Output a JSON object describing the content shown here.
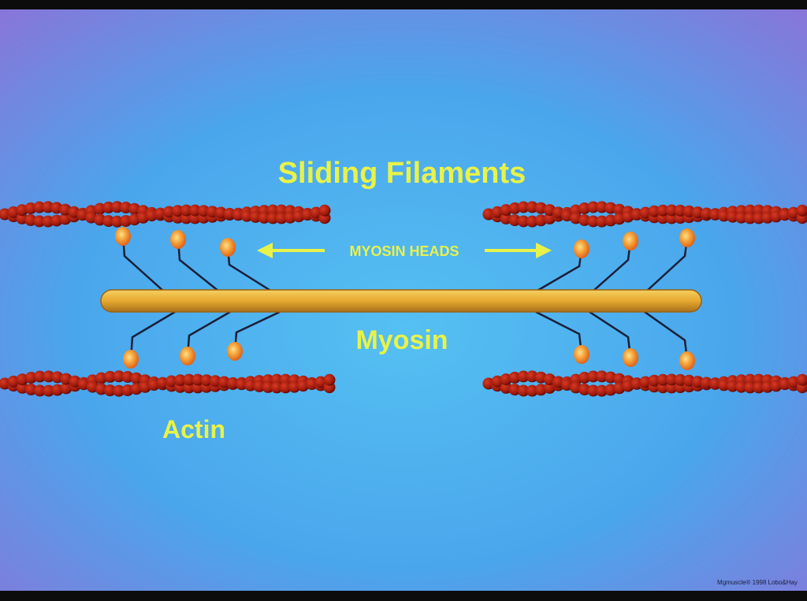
{
  "title": "Sliding Filaments",
  "labels": {
    "myosin_heads": "MYOSIN HEADS",
    "myosin": "Myosin",
    "actin": "Actin"
  },
  "credit": "Mgmuscle® 1998 Lobo&Hay",
  "colors": {
    "background_center": "#5ab8f0",
    "background_edge": "#8a74d8",
    "actin": "#b4200f",
    "actin_dark": "#6e0c05",
    "myosin_rod": "#e6a830",
    "myosin_head": "#f5a23a",
    "label": "#e8f24a",
    "crossbridge": "#1a1f3a"
  }
}
